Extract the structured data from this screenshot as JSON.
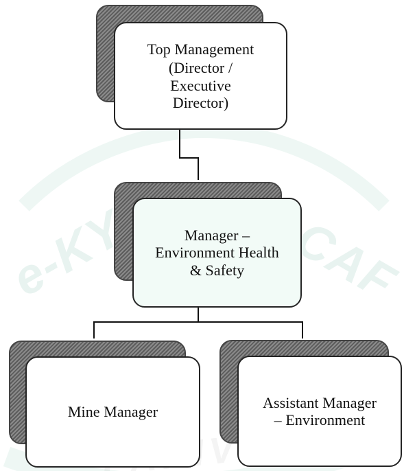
{
  "watermark": {
    "left_text": "e-KYC",
    "right_text": "CAF",
    "center_text": "PARIVESH",
    "accent_color": "#5dac97"
  },
  "nodes": {
    "top": {
      "lines": [
        "Top Management",
        "(Director /",
        "Executive",
        "Director)"
      ]
    },
    "middle": {
      "lines": [
        "Manager –",
        "Environment Health",
        "& Safety"
      ]
    },
    "left": {
      "lines": [
        "Mine Manager"
      ]
    },
    "right": {
      "lines": [
        "Assistant Manager",
        "– Environment"
      ]
    }
  }
}
